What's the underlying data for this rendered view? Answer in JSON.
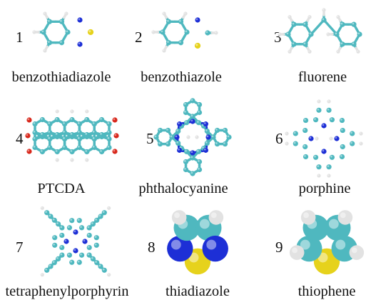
{
  "palette": {
    "carbon": "#4fb8bf",
    "carbon_dark": "#2e8e94",
    "hydrogen": "#e2e2e2",
    "nitrogen": "#1d2fd6",
    "sulfur": "#e6d21c",
    "oxygen": "#d8281c"
  },
  "molecules": [
    {
      "number": "1",
      "name": "benzothiadiazole",
      "icon": "benzothiadiazole-molecule-icon"
    },
    {
      "number": "2",
      "name": "benzothiazole",
      "icon": "benzothiazole-molecule-icon"
    },
    {
      "number": "3",
      "name": "fluorene",
      "icon": "fluorene-molecule-icon"
    },
    {
      "number": "4",
      "name": "PTCDA",
      "icon": "ptcda-molecule-icon"
    },
    {
      "number": "5",
      "name": "phthalocyanine",
      "icon": "phthalocyanine-molecule-icon"
    },
    {
      "number": "6",
      "name": "porphine",
      "icon": "porphine-molecule-icon"
    },
    {
      "number": "7",
      "name": "tetraphenylporphyrin",
      "icon": "tetraphenylporphyrin-molecule-icon"
    },
    {
      "number": "8",
      "name": "thiadiazole",
      "icon": "thiadiazole-molecule-icon"
    },
    {
      "number": "9",
      "name": "thiophene",
      "icon": "thiophene-molecule-icon"
    }
  ]
}
